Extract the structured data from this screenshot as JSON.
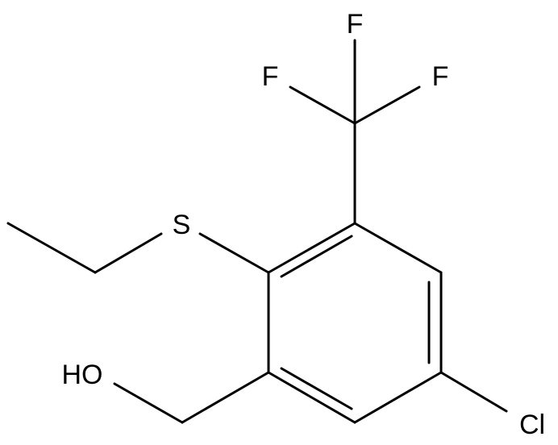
{
  "molecule": {
    "atoms": {
      "F_top": "F",
      "F_left": "F",
      "F_right": "F",
      "S": "S",
      "OH": "HO",
      "Cl": "Cl"
    }
  },
  "colors": {
    "bond": "#000000",
    "label": "#000000",
    "background": "#ffffff"
  }
}
